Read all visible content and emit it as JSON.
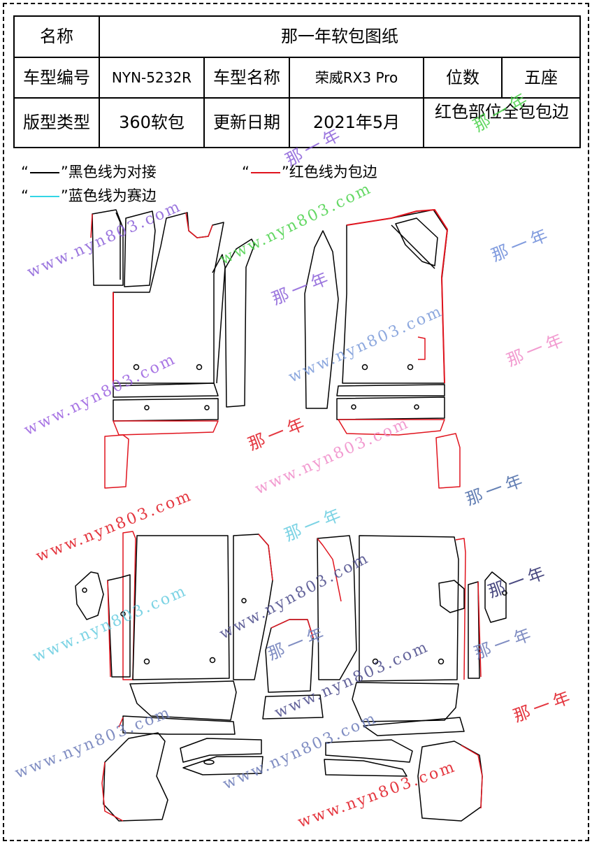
{
  "header": {
    "name_label": "名称",
    "name_value": "那一年软包图纸",
    "model_code_label": "车型编号",
    "model_code_value": "NYN-5232R",
    "model_name_label": "车型名称",
    "model_name_value": "荣威RX3 Pro",
    "seats_label": "位数",
    "seats_value": "五座",
    "pattern_type_label": "版型类型",
    "pattern_type_value": "360软包",
    "update_date_label": "更新日期",
    "update_date_value": "2021年5月",
    "red_note": "红色部位全包包边"
  },
  "legend": {
    "quote_open": "“",
    "quote_close": "”",
    "black_text": "黑色线为对接",
    "red_text": "红色线为包边",
    "blue_text": "蓝色线为赛边",
    "black_color": "#000000",
    "red_color": "#e0141e",
    "blue_color": "#33d6e6"
  },
  "watermarks": {
    "url": "www.nyn803.com",
    "brand": "那一年"
  }
}
